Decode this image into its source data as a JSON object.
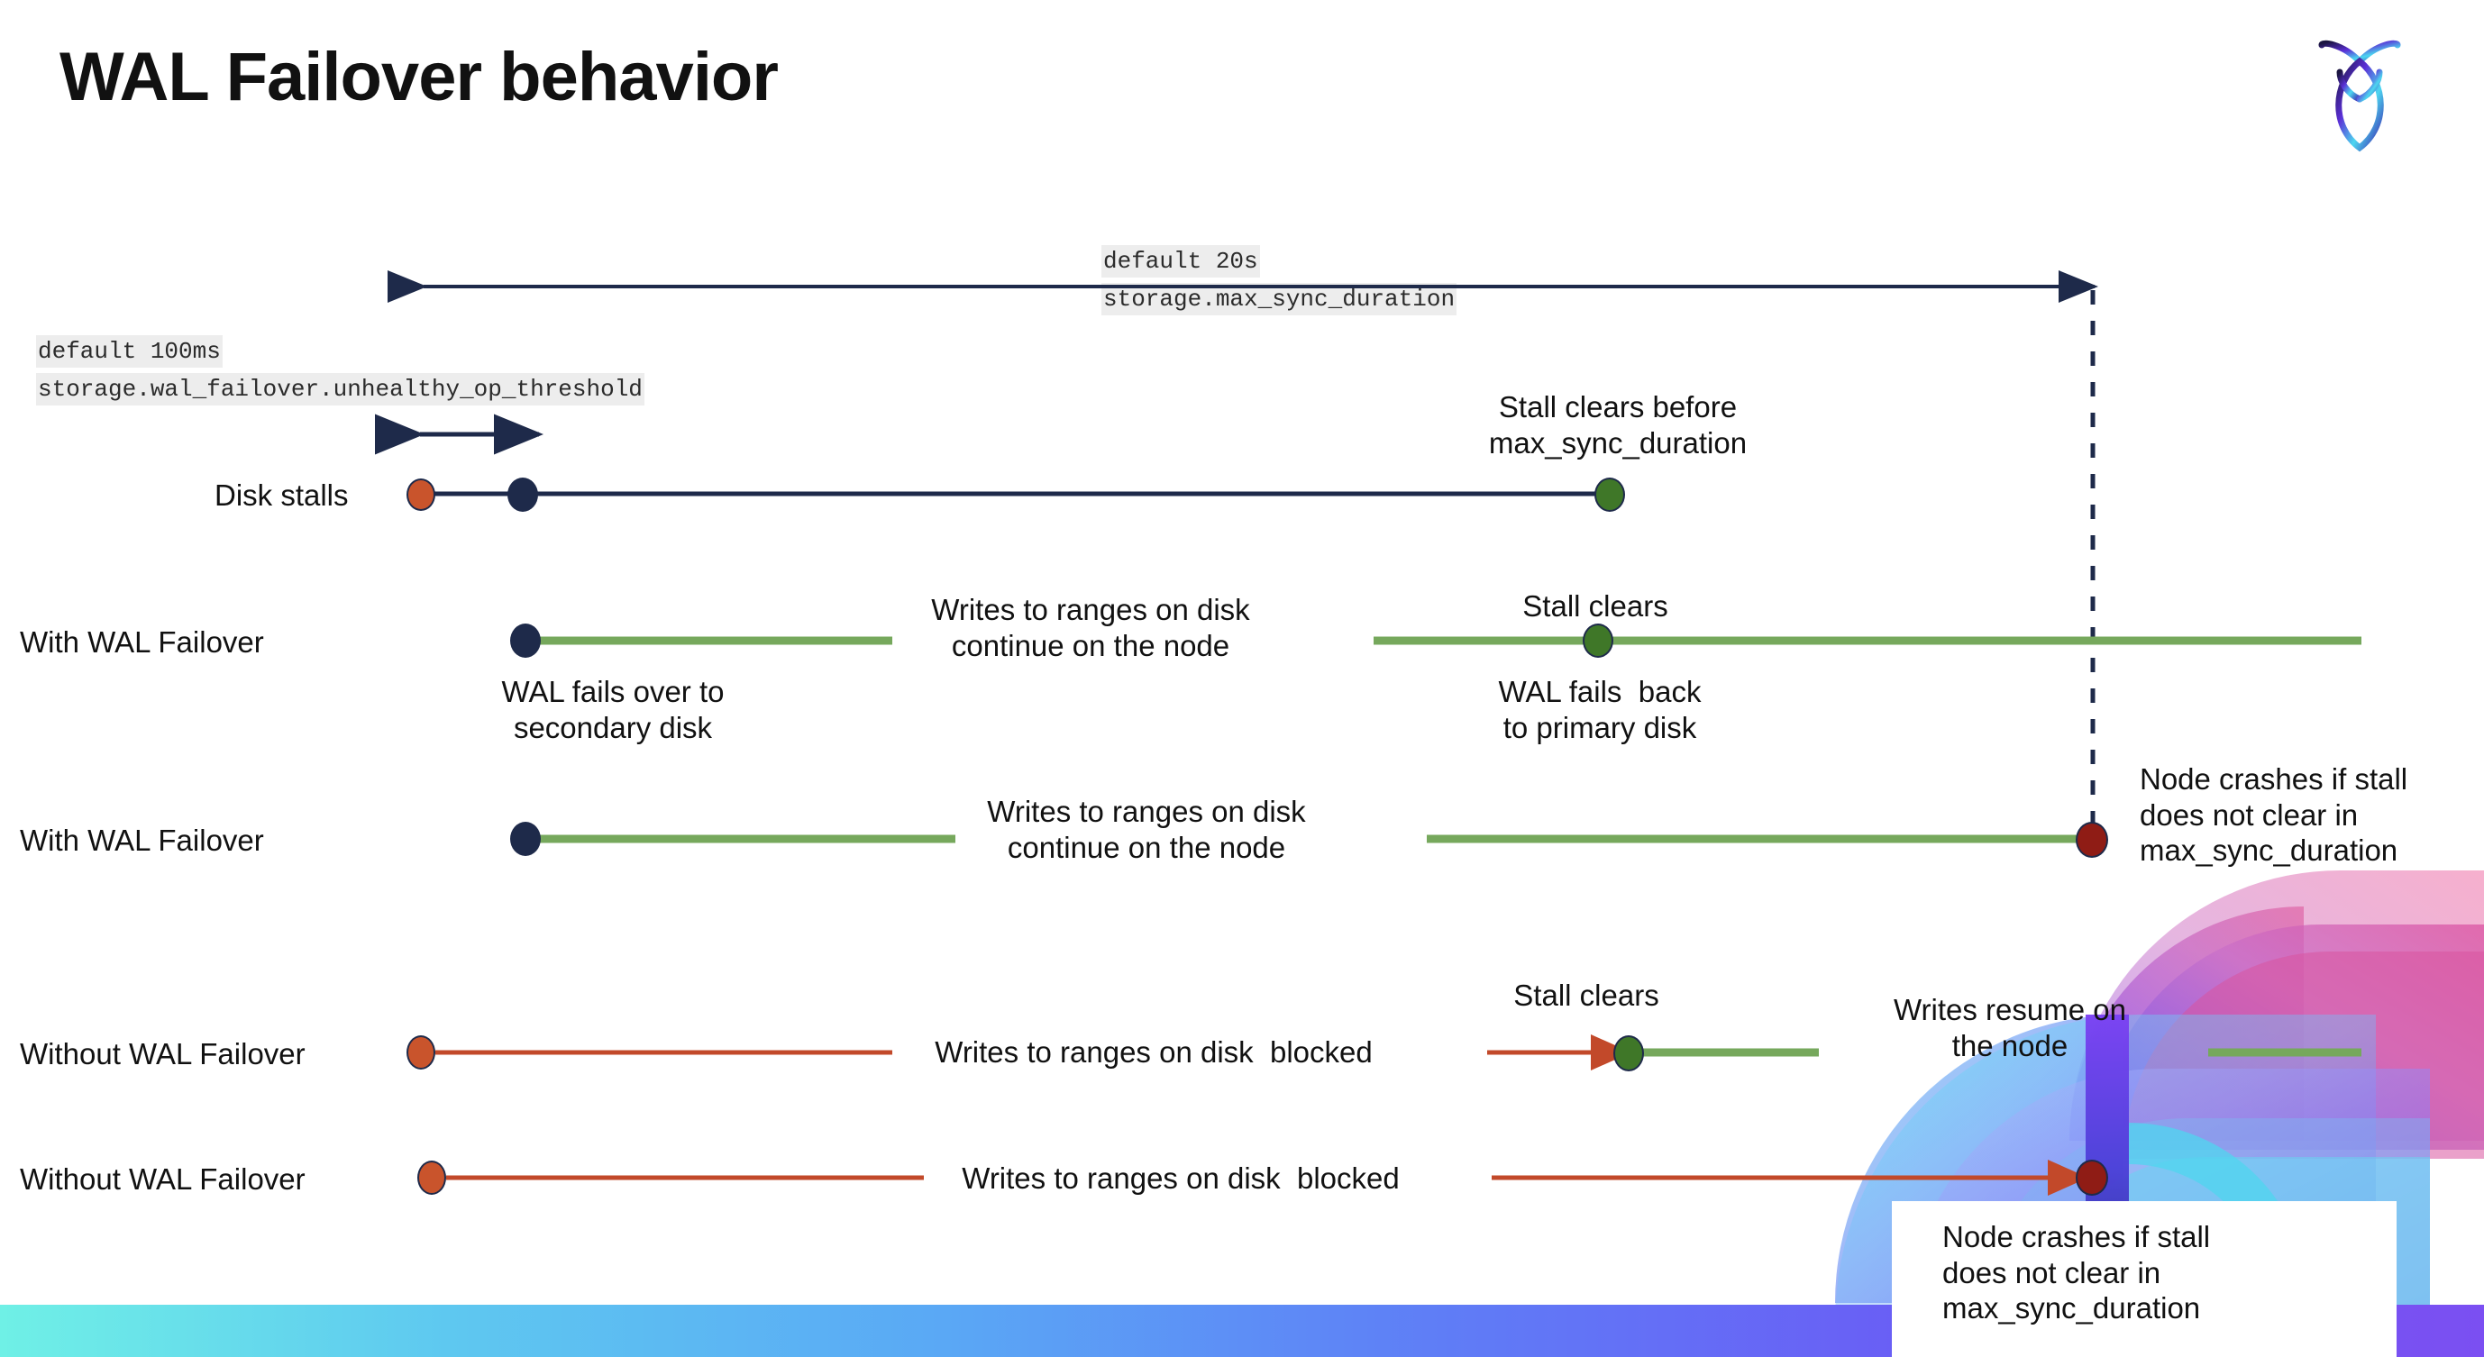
{
  "slide": {
    "title": "WAL Failover behavior",
    "logo_name": "cockroachdb-logo"
  },
  "annotations": {
    "max_sync": {
      "line1": "default 20s",
      "line2": "storage.max_sync_duration"
    },
    "unhealthy_op": {
      "line1": "default 100ms",
      "line2": "storage.wal_failover.unhealthy_op_threshold"
    }
  },
  "rows": [
    {
      "id": "disk-stalls",
      "label": "Disk stalls",
      "note_above": "Stall clears before\nmax_sync_duration"
    },
    {
      "id": "with-wal-failover-1",
      "label": "With WAL Failover",
      "note_below_start": "WAL fails over to\nsecondary disk",
      "note_mid": "Writes to ranges on disk\ncontinue on the node",
      "note_above_clear": "Stall clears",
      "note_below_clear": "WAL fails  back\nto primary disk"
    },
    {
      "id": "with-wal-failover-2",
      "label": "With WAL Failover",
      "note_mid": "Writes to ranges on disk\ncontinue on the node",
      "note_right": "Node crashes if stall\ndoes not clear in\nmax_sync_duration"
    },
    {
      "id": "without-wal-failover-1",
      "label": "Without WAL Failover",
      "note_mid": "Writes to ranges on disk  blocked",
      "note_above_clear": "Stall clears",
      "note_resume": "Writes resume on\nthe node"
    },
    {
      "id": "without-wal-failover-2",
      "label": "Without WAL Failover",
      "note_mid": "Writes to ranges on disk  blocked",
      "note_callout": "Node crashes if stall\ndoes not clear in\nmax_sync_duration"
    }
  ],
  "colors": {
    "navy": "#1e2a4a",
    "green_line": "#76a85c",
    "green_dot": "#3f7728",
    "red_line": "#c2492a",
    "orange_dot": "#c9542c",
    "dark_red_dot": "#8f1c15",
    "code_bg": "#ededed",
    "text": "#111111"
  }
}
